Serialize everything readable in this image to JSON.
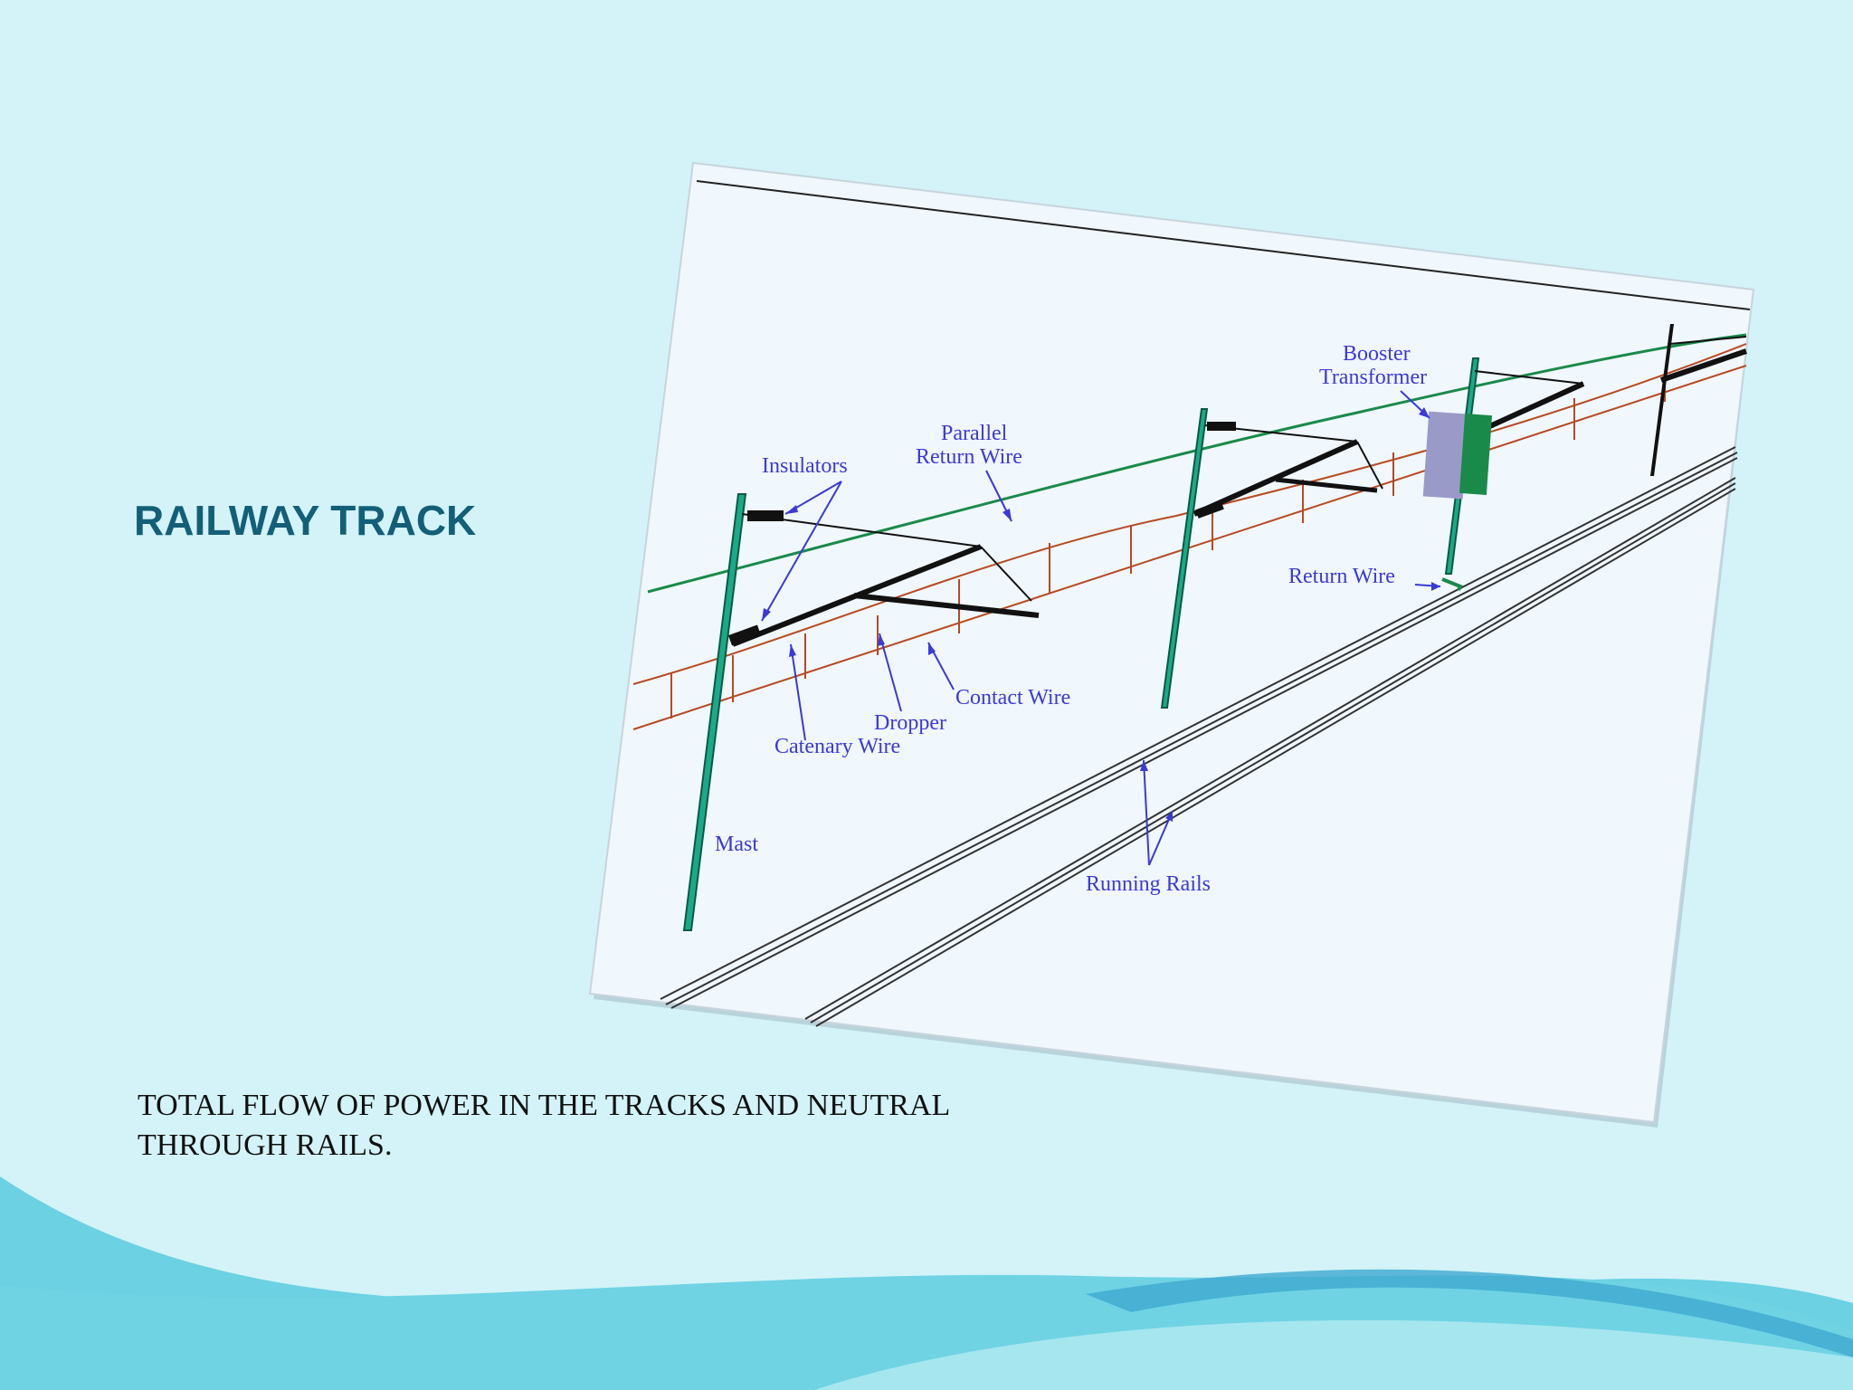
{
  "slide": {
    "title": "RAILWAY TRACK",
    "caption": "TOTAL FLOW OF POWER IN THE TRACKS AND NEUTRAL THROUGH  RAILS."
  },
  "diagram": {
    "labels": {
      "booster_line1": "Booster",
      "booster_line2": "Transformer",
      "parallel_line1": "Parallel",
      "parallel_line2": "Return Wire",
      "insulators": "Insulators",
      "return_wire": "Return Wire",
      "contact_wire": "Contact Wire",
      "dropper": "Dropper",
      "catenary_wire": "Catenary Wire",
      "mast": "Mast",
      "running_rails": "Running Rails"
    }
  },
  "colors": {
    "background": "#d3f3f8",
    "title": "#135f78",
    "label": "#3a3ad8",
    "mast": "#1aaa88",
    "parallel_return_wire": "#1a8a4a",
    "catenary": "#b84a22",
    "wave_dark": "#4bbfd8",
    "wave_light": "#8fdcea"
  }
}
